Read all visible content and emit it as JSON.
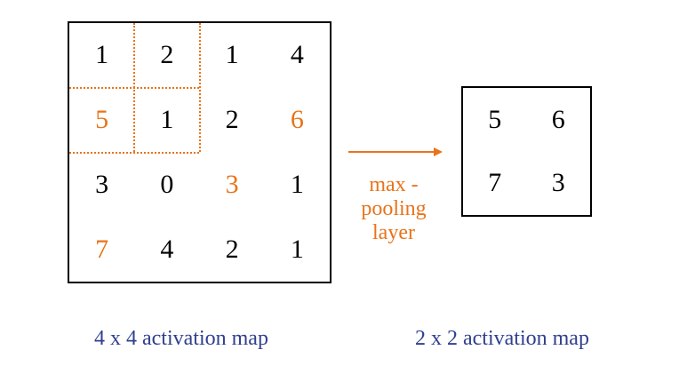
{
  "colors": {
    "highlight": "#E8731A",
    "caption": "#2F3F8F",
    "text": "#000000"
  },
  "input_map": {
    "rows": [
      [
        {
          "value": "1",
          "highlight": false
        },
        {
          "value": "2",
          "highlight": false
        },
        {
          "value": "1",
          "highlight": false
        },
        {
          "value": "4",
          "highlight": false
        }
      ],
      [
        {
          "value": "5",
          "highlight": true
        },
        {
          "value": "1",
          "highlight": false
        },
        {
          "value": "2",
          "highlight": false
        },
        {
          "value": "6",
          "highlight": true
        }
      ],
      [
        {
          "value": "3",
          "highlight": false
        },
        {
          "value": "0",
          "highlight": false
        },
        {
          "value": "3",
          "highlight": true
        },
        {
          "value": "1",
          "highlight": false
        }
      ],
      [
        {
          "value": "7",
          "highlight": true
        },
        {
          "value": "4",
          "highlight": false
        },
        {
          "value": "2",
          "highlight": false
        },
        {
          "value": "1",
          "highlight": false
        }
      ]
    ],
    "caption": "4 x 4 activation map"
  },
  "operation": {
    "lines": [
      "max -",
      "pooling",
      "layer"
    ]
  },
  "output_map": {
    "rows": [
      [
        "5",
        "6"
      ],
      [
        "7",
        "3"
      ]
    ],
    "caption": "2 x 2 activation map"
  }
}
